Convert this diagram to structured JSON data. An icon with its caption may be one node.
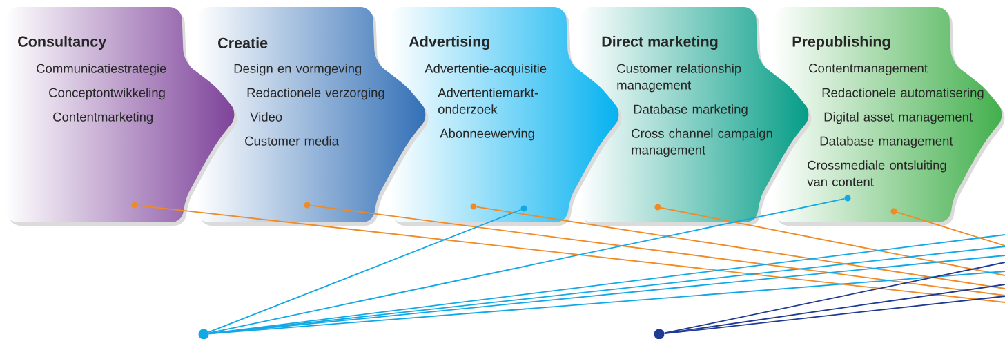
{
  "diagram": {
    "nodes": [
      {
        "text": [
          "Consultancy",
          "Communicatiestrategie",
          "Conceptontwikkeling",
          "Contentmarketing"
        ]
      },
      {
        "text": [
          "Creatie",
          "Design en vormgeving",
          "Redactionele verzorging",
          "Video",
          "Customer media"
        ]
      },
      {
        "text": [
          "Advertising",
          "Advertentie-acquisitie",
          "Advertentiemarkt-onderzoek",
          "Abonneewerving"
        ]
      },
      {
        "text": [
          "Direct marketing",
          "Customer relationship management",
          "Database marketing",
          "Cross channel campaign management"
        ]
      },
      {
        "text": [
          "Prepublishing",
          "Contentmanagement",
          "Redactionele automatisering",
          "Digital asset management",
          "Database management",
          "Crossmediale ontsluiting van content"
        ]
      },
      {
        "text": [],
        "shape": "circle",
        "in": 0
      },
      {
        "text": [],
        "shape": "circle",
        "in": 1
      },
      {
        "text": [],
        "shape": "circle",
        "in": 2
      },
      {
        "text": [],
        "shape": "circle",
        "in": 2
      },
      {
        "text": [],
        "shape": "circle",
        "in": 3
      },
      {
        "text": [],
        "shape": "circle",
        "in": 4
      },
      {
        "text": [],
        "shape": "circle",
        "in": 4
      },
      {
        "text": [],
        "shape": "circle"
      },
      {
        "text": [],
        "shape": "circle"
      }
    ],
    "edges": [
      {
        "from": 5,
        "to": null,
        "arrow": "none",
        "color": "#f08a24"
      },
      {
        "from": 6,
        "to": null,
        "arrow": "none",
        "color": "#f08a24"
      },
      {
        "from": 7,
        "to": null,
        "arrow": "none",
        "color": "#f08a24"
      },
      {
        "from": 9,
        "to": null,
        "arrow": "none",
        "color": "#f08a24"
      },
      {
        "from": 11,
        "to": null,
        "arrow": "none",
        "color": "#f08a24"
      },
      {
        "from": 12,
        "to": 8,
        "arrow": "none",
        "color": "#12a8e6"
      },
      {
        "from": 12,
        "to": 10,
        "arrow": "none",
        "color": "#12a8e6"
      },
      {
        "from": 12,
        "to": null,
        "arrow": "none",
        "color": "#12a8e6"
      },
      {
        "from": 12,
        "to": null,
        "arrow": "none",
        "color": "#12a8e6"
      },
      {
        "from": 12,
        "to": null,
        "arrow": "none",
        "color": "#12a8e6"
      },
      {
        "from": 12,
        "to": null,
        "arrow": "none",
        "color": "#12a8e6"
      },
      {
        "from": 13,
        "to": null,
        "arrow": "none",
        "color": "#1f3a93"
      },
      {
        "from": 13,
        "to": null,
        "arrow": "none",
        "color": "#1f3a93"
      },
      {
        "from": 13,
        "to": null,
        "arrow": "none",
        "color": "#1f3a93"
      }
    ]
  }
}
